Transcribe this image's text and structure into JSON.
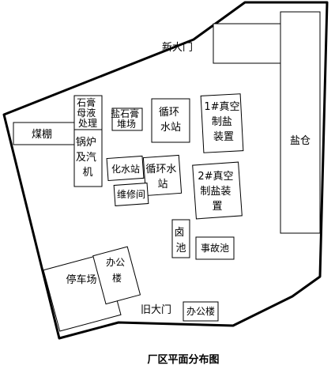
{
  "title": "厂区平面分布图",
  "labels": {
    "new_gate": "新大门",
    "old_gate": "旧大门",
    "coal_shed": "煤棚",
    "gypsum_treatment": [
      "石膏",
      "母液",
      "处理"
    ],
    "boiler": [
      "锅炉",
      "及汽",
      "机"
    ],
    "gypsum_yard": [
      "盐石膏",
      "堆场"
    ],
    "circ_water_1": [
      "循环",
      "水站"
    ],
    "vacuum_1": [
      "1#真空",
      "制盐",
      "装置"
    ],
    "salt_warehouse": "盐仓",
    "chem_water": "化水站",
    "circ_water_2": [
      "循环水",
      "站"
    ],
    "repair": "维修间",
    "vacuum_2": [
      "2#真空",
      "制盐装",
      "置"
    ],
    "brine_pool": [
      "卤",
      "池"
    ],
    "accident_pool": "事故池",
    "parking": "停车场",
    "office_1": [
      "办公",
      "楼"
    ],
    "office_2": "办公楼"
  }
}
